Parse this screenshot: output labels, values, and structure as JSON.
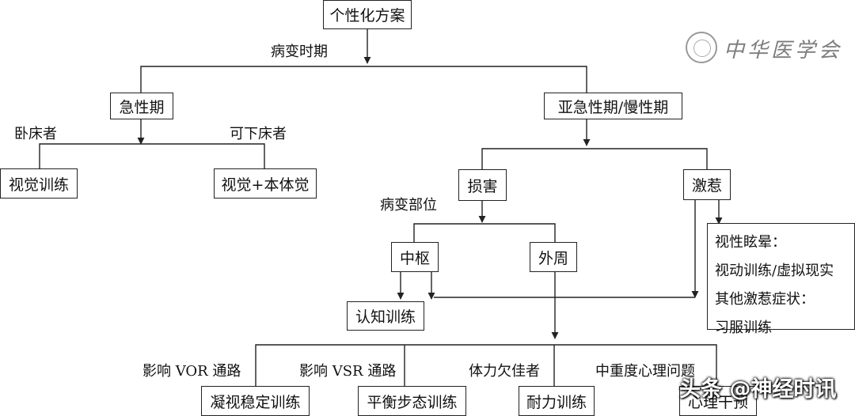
{
  "nodes": {
    "root": "个性化方案",
    "acute": "急性期",
    "subacute": "亚急性期/慢性期",
    "visual_training": "视觉训练",
    "visual_proprio": "视觉+本体觉",
    "damage": "损害",
    "provoke": "激惹",
    "central": "中枢",
    "peripheral": "外周",
    "cognitive": "认知训练",
    "gaze_stability": "凝视稳定训练",
    "balance_gait": "平衡步态训练",
    "endurance": "耐力训练",
    "psych": "心理干预"
  },
  "provoke_detail": [
    "视性眩晕：",
    "视动训练/虚拟现实",
    "其他激惹症状：",
    "习服训练"
  ],
  "labels": {
    "disease_period": "病变时期",
    "bedridden": "卧床者",
    "ambulatory": "可下床者",
    "lesion_site": "病变部位",
    "vor": "影响 VOR 通路",
    "vsr": "影响 VSR 通路",
    "poor_fitness": "体力欠佳者",
    "psych_problem": "中重度心理问题"
  },
  "watermark": "中华医学会",
  "credit": "头条 @神经时讯"
}
